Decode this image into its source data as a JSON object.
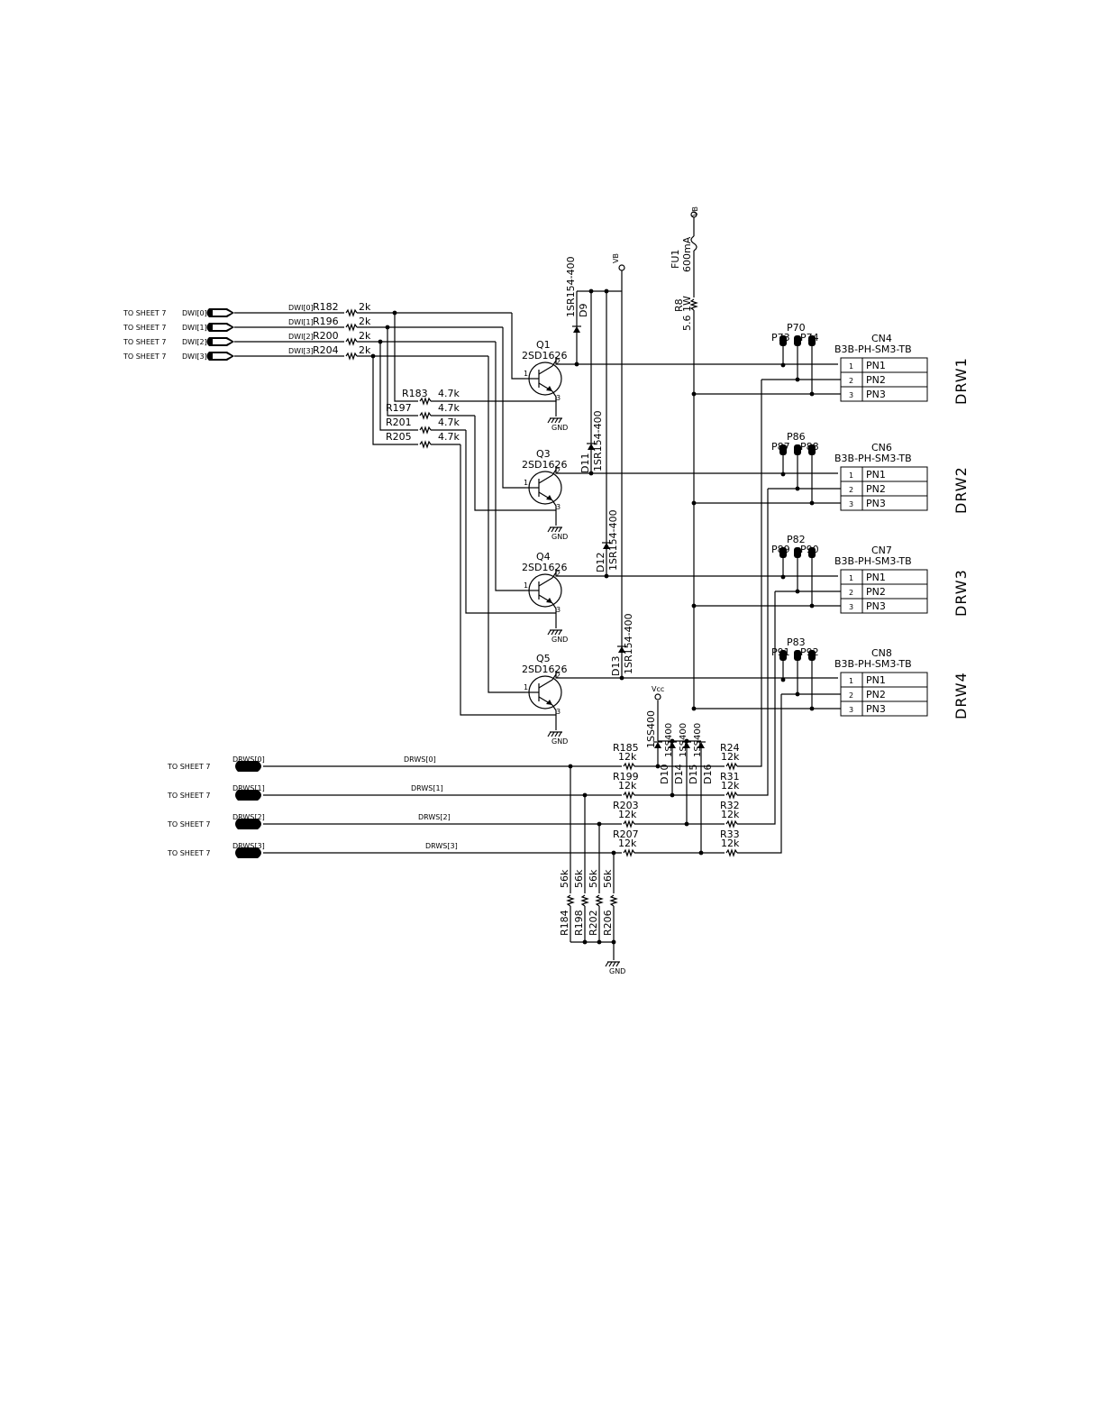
{
  "sheet_ref": "TO SHEET 7",
  "inputs": [
    {
      "port": "DWI[0]",
      "net": "DWI[0]",
      "res": "R182",
      "res_val": "2k"
    },
    {
      "port": "DWI[1]",
      "net": "DWI[1]",
      "res": "R196",
      "res_val": "2k"
    },
    {
      "port": "DWI[2]",
      "net": "DWI[2]",
      "res": "R200",
      "res_val": "2k"
    },
    {
      "port": "DWI[3]",
      "net": "DWI[3]",
      "res": "R204",
      "res_val": "2k"
    }
  ],
  "pulldowns": [
    {
      "res": "R183",
      "val": "4.7k"
    },
    {
      "res": "R197",
      "val": "4.7k"
    },
    {
      "res": "R201",
      "val": "4.7k"
    },
    {
      "res": "R205",
      "val": "4.7k"
    }
  ],
  "transistors": [
    {
      "ref": "Q1",
      "part": "2SD1626"
    },
    {
      "ref": "Q3",
      "part": "2SD1626"
    },
    {
      "ref": "Q4",
      "part": "2SD1626"
    },
    {
      "ref": "Q5",
      "part": "2SD1626"
    }
  ],
  "pin_nums": {
    "b": "1",
    "c": "2",
    "e": "3"
  },
  "gnd": "GND",
  "vcc": "Vcc",
  "vb": "VB",
  "flyback": [
    {
      "ref": "D9",
      "part": "1SR154-400"
    },
    {
      "ref": "D11",
      "part": "1SR154-400"
    },
    {
      "ref": "D12",
      "part": "1SR154-400"
    },
    {
      "ref": "D13",
      "part": "1SR154-400"
    }
  ],
  "fuse": {
    "ref": "FU1",
    "val": "600mA"
  },
  "r8": {
    "ref": "R8",
    "val": "5.6 1W"
  },
  "connectors": [
    {
      "ref": "CN4",
      "part": "B3B-PH-SM3-TB",
      "label": "DRW1",
      "tp_top": "P70",
      "tp_left": "P73",
      "tp_right": "P74"
    },
    {
      "ref": "CN6",
      "part": "B3B-PH-SM3-TB",
      "label": "DRW2",
      "tp_top": "P86",
      "tp_left": "P87",
      "tp_right": "P88"
    },
    {
      "ref": "CN7",
      "part": "B3B-PH-SM3-TB",
      "label": "DRW3",
      "tp_top": "P82",
      "tp_left": "P89",
      "tp_right": "P90"
    },
    {
      "ref": "CN8",
      "part": "B3B-PH-SM3-TB",
      "label": "DRW4",
      "tp_top": "P83",
      "tp_left": "P91",
      "tp_right": "P92"
    }
  ],
  "cn_pins": [
    {
      "num": "1",
      "name": "PN1"
    },
    {
      "num": "2",
      "name": "PN2"
    },
    {
      "num": "3",
      "name": "PN3"
    }
  ],
  "sense": [
    {
      "port": "DRWS[0]",
      "net": "DRWS[0]",
      "res": "R185",
      "res_val": "12k",
      "res2": "R24",
      "res2_val": "12k",
      "pd": "R184",
      "pd_val": "56k",
      "diode": "D10"
    },
    {
      "port": "DRWS[1]",
      "net": "DRWS[1]",
      "res": "R199",
      "res_val": "12k",
      "res2": "R31",
      "res2_val": "12k",
      "pd": "R198",
      "pd_val": "56k",
      "diode": "D14"
    },
    {
      "port": "DRWS[2]",
      "net": "DRWS[2]",
      "res": "R203",
      "res_val": "12k",
      "res2": "R32",
      "res2_val": "12k",
      "pd": "R202",
      "pd_val": "56k",
      "diode": "D15"
    },
    {
      "port": "DRWS[3]",
      "net": "DRWS[3]",
      "res": "R207",
      "res_val": "12k",
      "res2": "R33",
      "res2_val": "12k",
      "pd": "R206",
      "pd_val": "56k",
      "diode": "D16"
    }
  ],
  "clamp_part": "1SS400"
}
